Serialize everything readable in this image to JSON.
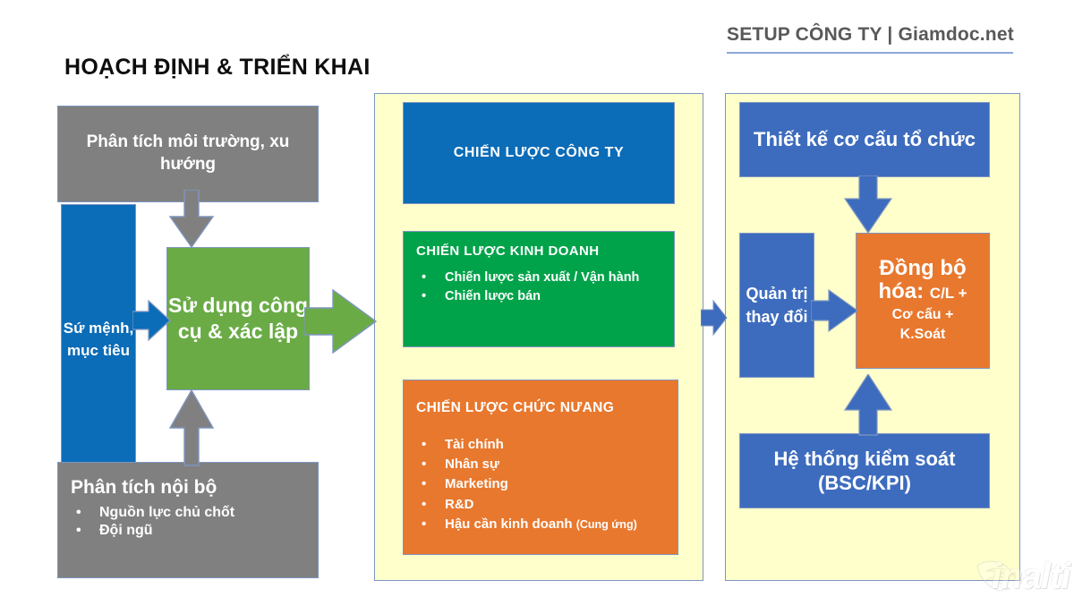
{
  "header": {
    "brand": "SETUP CÔNG TY | Giamdoc.net",
    "title": "HOẠCH ĐỊNH & TRIỂN KHAI"
  },
  "colors": {
    "gray_box": "#808080",
    "blue_box": "#0b6cb7",
    "green_box": "#6aab46",
    "green_strategy": "#00a34a",
    "orange_box": "#E8782E",
    "steel_blue_box": "#3d6cbe",
    "panel_bg": "#ffffcc",
    "panel_border": "#7e96c0",
    "brand_text": "#595959",
    "brand_rule": "#8aa7d6"
  },
  "planning_column": {
    "environment": {
      "title": "Phân tích môi trường, xu hướng"
    },
    "mission": {
      "title": "Sứ mệnh, mục tiêu"
    },
    "tools": {
      "title": "Sử dụng công cụ & xác lập"
    },
    "internal": {
      "title": "Phân tích nội bộ",
      "bullets": [
        "Nguồn lực chủ chốt",
        "Đội ngũ"
      ]
    },
    "arrows": [
      {
        "name": "arrow-environment-to-tools",
        "direction": "down",
        "color": "#808080"
      },
      {
        "name": "arrow-mission-to-tools",
        "direction": "right",
        "color": "#0b6cb7"
      },
      {
        "name": "arrow-internal-to-tools",
        "direction": "up",
        "color": "#808080"
      },
      {
        "name": "arrow-tools-to-strategy",
        "direction": "right",
        "color": "#6aab46"
      }
    ]
  },
  "strategy_panel": {
    "corporate": {
      "title": "CHIẾN LƯỢC CÔNG TY"
    },
    "business": {
      "title": "CHIẾN LƯỢC KINH DOANH",
      "bullets": [
        "Chiến lược sản xuất / Vận hành",
        "Chiến lược bán"
      ]
    },
    "functional": {
      "title": "CHIẾN LƯỢC CHỨC NƯANG",
      "bullets": [
        {
          "label": "Tài chính",
          "note": ""
        },
        {
          "label": "Nhân sự",
          "note": ""
        },
        {
          "label": "Marketing",
          "note": ""
        },
        {
          "label": "R&D",
          "note": ""
        },
        {
          "label": "Hậu cần kinh doanh",
          "note": "(Cung ứng)"
        }
      ]
    }
  },
  "execution_panel": {
    "org_design": {
      "title": "Thiết kế cơ cấu tổ chức"
    },
    "change_mgmt": {
      "title": "Quản trị thay đổi"
    },
    "sync": {
      "head": "Đồng bộ",
      "head2": "hóa:",
      "head_small": "C/L +",
      "line2": "Cơ cấu +",
      "line3": "K.Soát"
    },
    "control_system": {
      "title": "Hệ thống kiểm soát (BSC/KPI)"
    },
    "arrows": [
      {
        "name": "arrow-strategy-to-execution",
        "direction": "right",
        "color": "#3d6cbe"
      },
      {
        "name": "arrow-orgdesign-to-sync",
        "direction": "down",
        "color": "#3d6cbe"
      },
      {
        "name": "arrow-changemgmt-to-sync",
        "direction": "right",
        "color": "#3d6cbe"
      },
      {
        "name": "arrow-control-to-sync",
        "direction": "up",
        "color": "#3d6cbe"
      }
    ]
  },
  "watermark": {
    "text": "inalti"
  }
}
